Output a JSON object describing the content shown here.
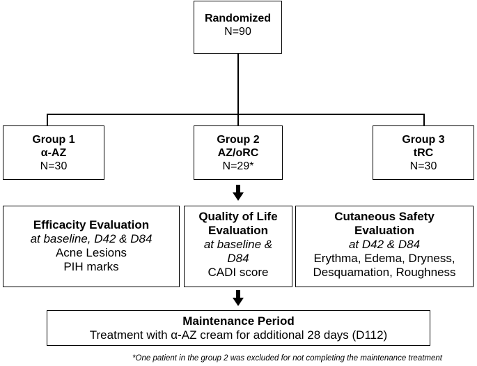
{
  "randomized": {
    "title": "Randomized",
    "n": "N=90"
  },
  "groups": [
    {
      "title": "Group 1",
      "arm": "α-AZ",
      "n": "N=30"
    },
    {
      "title": "Group 2",
      "arm": "AZ/oRC",
      "n": "N=29*"
    },
    {
      "title": "Group 3",
      "arm": "tRC",
      "n": "N=30"
    }
  ],
  "efficacy": {
    "title": "Efficacity Evaluation",
    "timing": "at baseline, D42 & D84",
    "items": [
      "Acne Lesions",
      "PIH marks"
    ]
  },
  "quality_of_life": {
    "title_line1": "Quality of Life",
    "title_line2": "Evaluation",
    "timing_line1": "at baseline &",
    "timing_line2": "D84",
    "item": "CADI score"
  },
  "safety": {
    "title_line1": "Cutaneous Safety",
    "title_line2": "Evaluation",
    "timing": "at D42 & D84",
    "items_line1": "Erythma, Edema, Dryness,",
    "items_line2": "Desquamation, Roughness"
  },
  "maintenance": {
    "title": "Maintenance Period",
    "detail": "Treatment with α-AZ cream for additional 28 days (D112)"
  },
  "footnote": "*One patient in the group 2 was excluded for not completing the maintenance treatment"
}
